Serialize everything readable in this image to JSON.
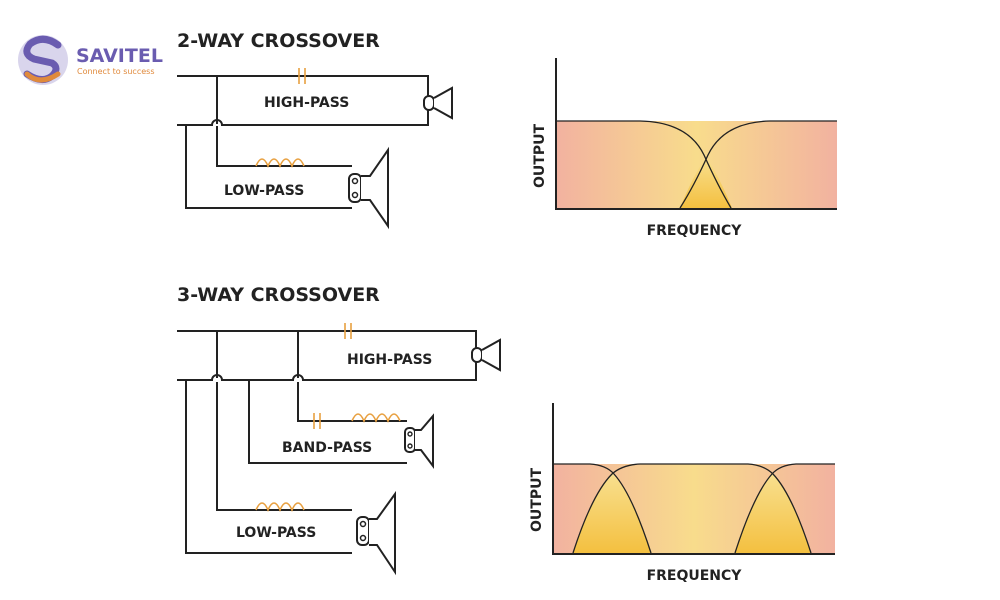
{
  "logo": {
    "name": "SAVITEL",
    "tagline": "Connect to success"
  },
  "two_way": {
    "title": "2-WAY CROSSOVER",
    "high_pass_label": "HIGH-PASS",
    "low_pass_label": "LOW-PASS",
    "chart": {
      "xlabel": "FREQUENCY",
      "ylabel": "OUTPUT"
    }
  },
  "three_way": {
    "title": "3-WAY CROSSOVER",
    "high_pass_label": "HIGH-PASS",
    "band_pass_label": "BAND-PASS",
    "low_pass_label": "LOW-PASS",
    "chart": {
      "xlabel": "FREQUENCY",
      "ylabel": "OUTPUT"
    }
  },
  "colors": {
    "wire": "#222222",
    "component": "#e8a040",
    "band_pink": "#f2b2a0",
    "band_yellow": "#f8dc8c",
    "overlap": "#f6c64e",
    "logo_purple": "#6a5cb0",
    "logo_orange": "#e08a3c"
  }
}
